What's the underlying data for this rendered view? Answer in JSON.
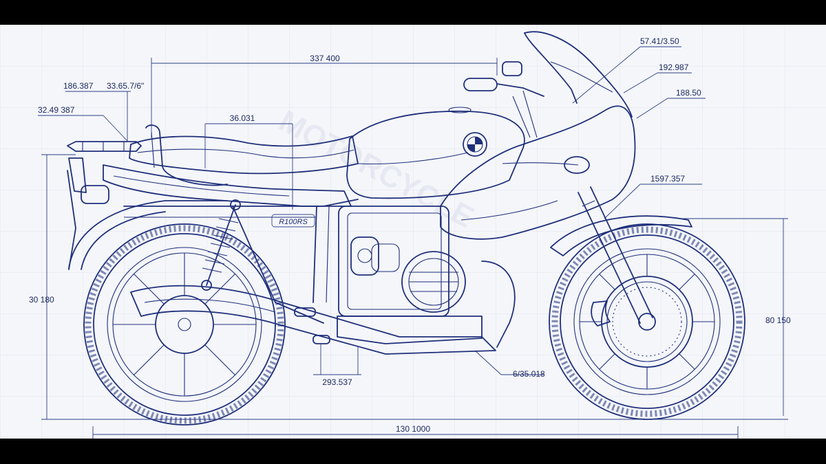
{
  "drawing": {
    "dimensions": {
      "overall_top": "337 400",
      "rear_rack_a": "186.387",
      "rear_rack_b": "33.65.7/6\"",
      "rear_height": "32.49 387",
      "seat_length": "36.031",
      "fairing_top": "57.41/3.50",
      "fairing_b": "192.987",
      "fairing_c": "188.50",
      "fork_dim": "1597.357",
      "left_height": "30 180",
      "right_height": "80 150",
      "engine_low": "293.537",
      "exhaust_dim": "6/35.018",
      "wheelbase": "130 1000"
    },
    "side_panel_badge": "R100RS",
    "colors": {
      "line": "#1f2f7a",
      "paper": "#f4f6fa",
      "frame": "#000000"
    }
  }
}
